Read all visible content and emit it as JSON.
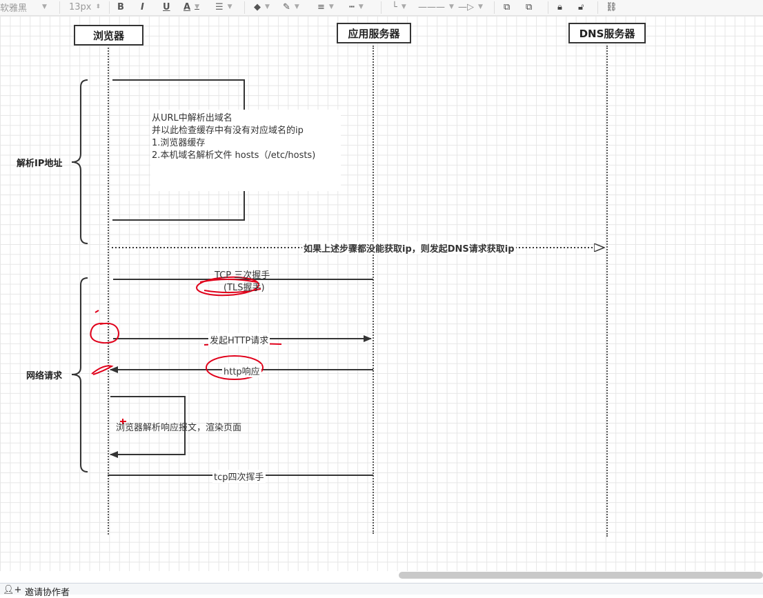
{
  "toolbar": {
    "font_name": "软雅黑",
    "font_size": "13px",
    "bold": "B",
    "italic": "I",
    "underline": "U",
    "font_color": "A"
  },
  "actors": {
    "browser": "浏览器",
    "app_server": "应用服务器",
    "dns_server": "DNS服务器"
  },
  "groups": {
    "resolve_ip": "解析IP地址",
    "network_request": "网络请求"
  },
  "note": {
    "lines": [
      "从URL中解析出域名",
      "并以此检查缓存中有没有对应域名的ip",
      "1.浏览器缓存",
      "2.本机域名解析文件 hosts（/etc/hosts)"
    ]
  },
  "messages": {
    "dns_request": "如果上述步骤都没能获取ip，则发起DNS请求获取ip",
    "tcp_handshake": "TCP 三次握手",
    "tls_handshake": "(TLS握手)",
    "http_request": "发起HTTP请求",
    "http_response": "http响应",
    "render": "浏览器解析响应报文，渲染页面",
    "tcp_close": "tcp四次挥手"
  },
  "footer": {
    "invite_label": "邀请协作者"
  },
  "colors": {
    "annotation": "#e0001a",
    "line": "#333333"
  }
}
